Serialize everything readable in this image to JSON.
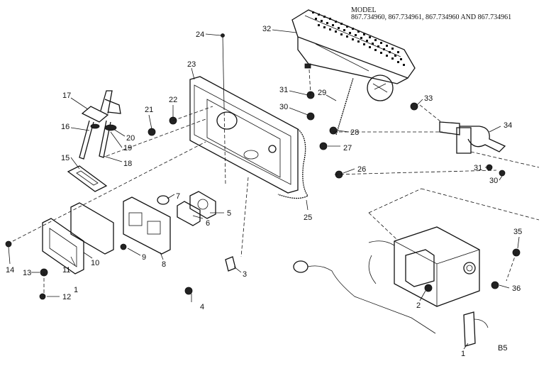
{
  "header": {
    "model_label": "MODEL",
    "model_numbers": "867.734960, 867.734961, 867.734960 AND 867.734961"
  },
  "page_code": "B5",
  "callouts": [
    "1",
    "2",
    "3",
    "4",
    "5",
    "6",
    "7",
    "8",
    "9",
    "10",
    "11",
    "12",
    "13",
    "14",
    "15",
    "16",
    "17",
    "18",
    "19",
    "20",
    "21",
    "22",
    "23",
    "24",
    "25",
    "26",
    "27",
    "28",
    "29",
    "30",
    "30",
    "31",
    "31",
    "32",
    "33",
    "34",
    "35",
    "36"
  ]
}
